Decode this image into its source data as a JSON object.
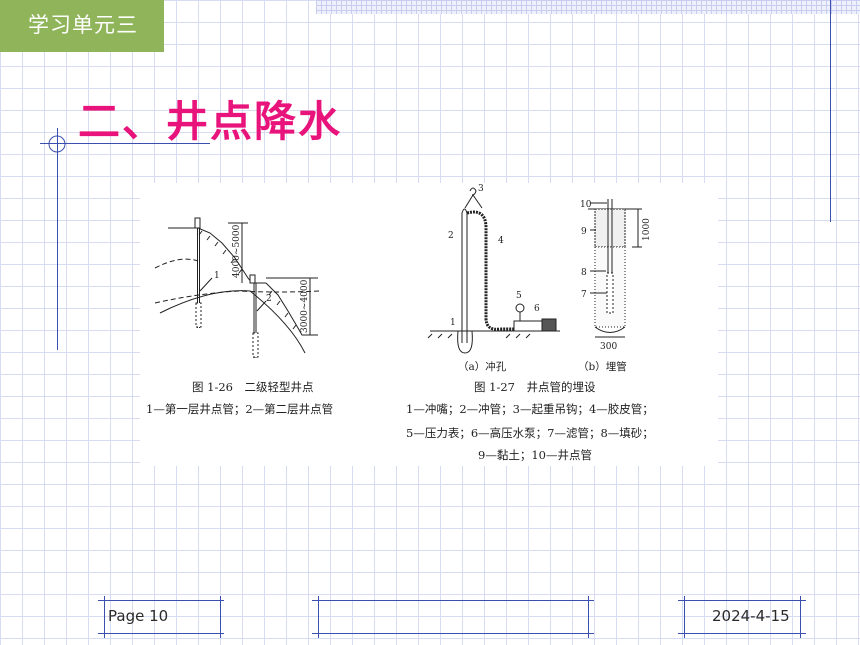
{
  "header": {
    "unit_label": "学习单元三"
  },
  "title": "二、井点降水",
  "figure": {
    "fig26": {
      "caption_title": "图 1-26　二级轻型井点",
      "caption_legend": "1—第一层井点管；2—第二层井点管",
      "dim_upper": "4000~5000",
      "dim_lower": "3000~4000",
      "marks": [
        "1",
        "2"
      ]
    },
    "fig27": {
      "caption_title": "图 1-27　井点管的埋设",
      "legend_line1": "1—冲嘴；2—冲管；3—起重吊钩；4—胶皮管；",
      "legend_line2": "5—压力表；6—高压水泵；7—滤管；8—填砂；",
      "legend_line3": "9—黏土；10—井点管",
      "sub_a": "（a）冲孔",
      "sub_b": "（b）埋管",
      "dim_top": "1000",
      "dim_width": "300",
      "marks": [
        "1",
        "2",
        "3",
        "4",
        "5",
        "6",
        "7",
        "8",
        "9",
        "10"
      ]
    }
  },
  "footer": {
    "page": "Page 10",
    "date": "2024-4-15"
  },
  "colors": {
    "accent_green": "#8fb45a",
    "title_magenta": "#e8147c",
    "line_blue": "#3b4fb0"
  }
}
